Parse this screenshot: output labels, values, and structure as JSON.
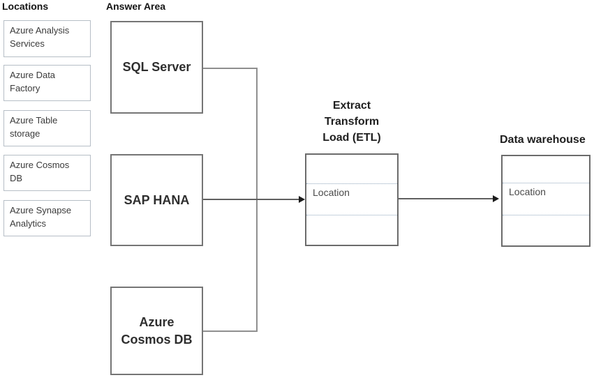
{
  "sidebar": {
    "title": "Locations",
    "items": [
      {
        "label": "Azure Analysis Services"
      },
      {
        "label": "Azure Data Factory"
      },
      {
        "label": "Azure Table storage"
      },
      {
        "label": "Azure Cosmos DB"
      },
      {
        "label": "Azure Synapse Analytics"
      }
    ]
  },
  "answer_area": {
    "title": "Answer Area",
    "sources": [
      {
        "label": "SQL Server"
      },
      {
        "label": "SAP HANA"
      },
      {
        "label": "Azure Cosmos DB"
      }
    ]
  },
  "etl": {
    "title_lines": [
      "Extract",
      "Transform",
      "Load (ETL)"
    ],
    "slot_placeholder": "Location"
  },
  "warehouse": {
    "title": "Data warehouse",
    "slot_placeholder": "Location"
  },
  "colors": {
    "source_box_border": "#757575",
    "target_box_border": "#6b6b6b",
    "chip_border": "#b6bec6",
    "dotted_slot_line": "#8fa6bc",
    "connector_line": "#8f8f8f",
    "arrowhead": "#1c1c1c"
  }
}
